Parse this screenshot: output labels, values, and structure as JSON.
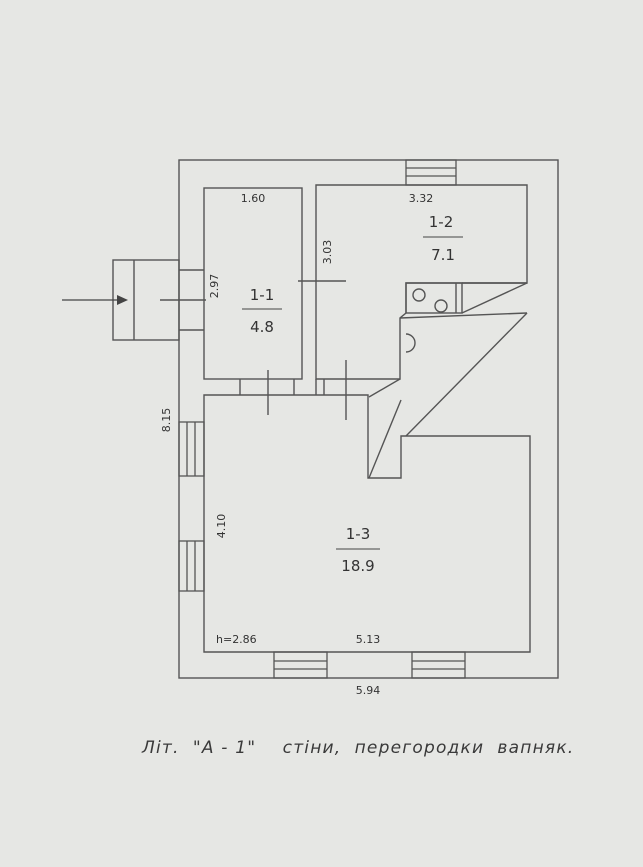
{
  "rooms": [
    {
      "id": "1-1",
      "area": "4.8"
    },
    {
      "id": "1-2",
      "area": "7.1"
    },
    {
      "id": "1-3",
      "area": "18.9"
    }
  ],
  "dimensions": {
    "room_1_1_width": "1.60",
    "room_1_1_height": "2.97",
    "room_1_2_width": "3.32",
    "room_1_2_height": "3.03",
    "room_1_3_height": "4.10",
    "room_1_3_width": "5.13",
    "overall_height": "8.15",
    "overall_width": "5.94",
    "ceiling_height": "h=2.86"
  },
  "caption": "Літ.  \"А - 1\"    стіни,  перегородки  вапняк.",
  "colors": {
    "line": "#555555",
    "paper": "#e6e7e4"
  }
}
